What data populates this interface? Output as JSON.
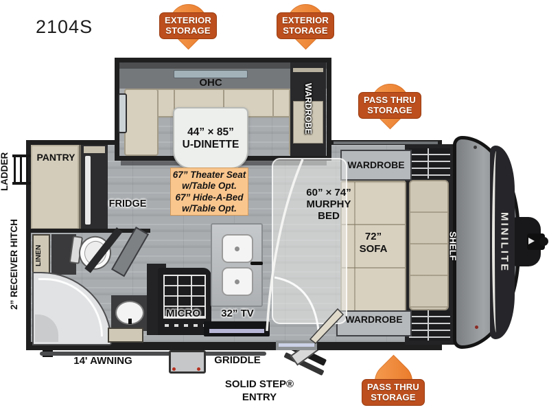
{
  "model": "2104S",
  "colors": {
    "badge_orange": "#e87625",
    "badge_label_bg": "#bc4f1d",
    "wall": "#1f1f20",
    "floor": "#a9adb0",
    "furniture_beige": "#d8d0bf",
    "option_box_bg": "#f9c68e"
  },
  "badges": [
    {
      "line1": "EXTERIOR",
      "line2": "STORAGE"
    },
    {
      "line1": "EXTERIOR",
      "line2": "STORAGE"
    },
    {
      "line1": "PASS THRU",
      "line2": "STORAGE"
    },
    {
      "line1": "PASS THRU",
      "line2": "STORAGE"
    }
  ],
  "slide": {
    "ohc": "OHC",
    "dinette_size": "44” × 85”",
    "dinette_name": "U-DINETTE",
    "wardrobe": "WARDROBE"
  },
  "options": {
    "line1": "67” Theater Seat",
    "line2": "w/Table Opt.",
    "line3": "67” Hide-A-Bed",
    "line4": "w/Table Opt."
  },
  "bedroom": {
    "murphy_size": "60” × 74”",
    "murphy_line2": "MURPHY",
    "murphy_line3": "BED",
    "sofa_size": "72”",
    "sofa_name": "SOFA",
    "wardrobe_top": "WARDROBE",
    "wardrobe_bottom": "WARDROBE",
    "shelf": "SHELF"
  },
  "kitchen": {
    "pantry": "PANTRY",
    "fridge": "FRIDGE",
    "micro": "MICRO",
    "tv": "32” TV"
  },
  "bath": {
    "linen": "LINEN"
  },
  "exterior": {
    "ladder": "LADDER",
    "receiver_hitch": "2” RECEIVER HITCH",
    "awning": "14' AWNING",
    "griddle": "GRIDDLE",
    "entry_line1": "SOLID STEP®",
    "entry_line2": "ENTRY",
    "brand": "MINILITE"
  }
}
